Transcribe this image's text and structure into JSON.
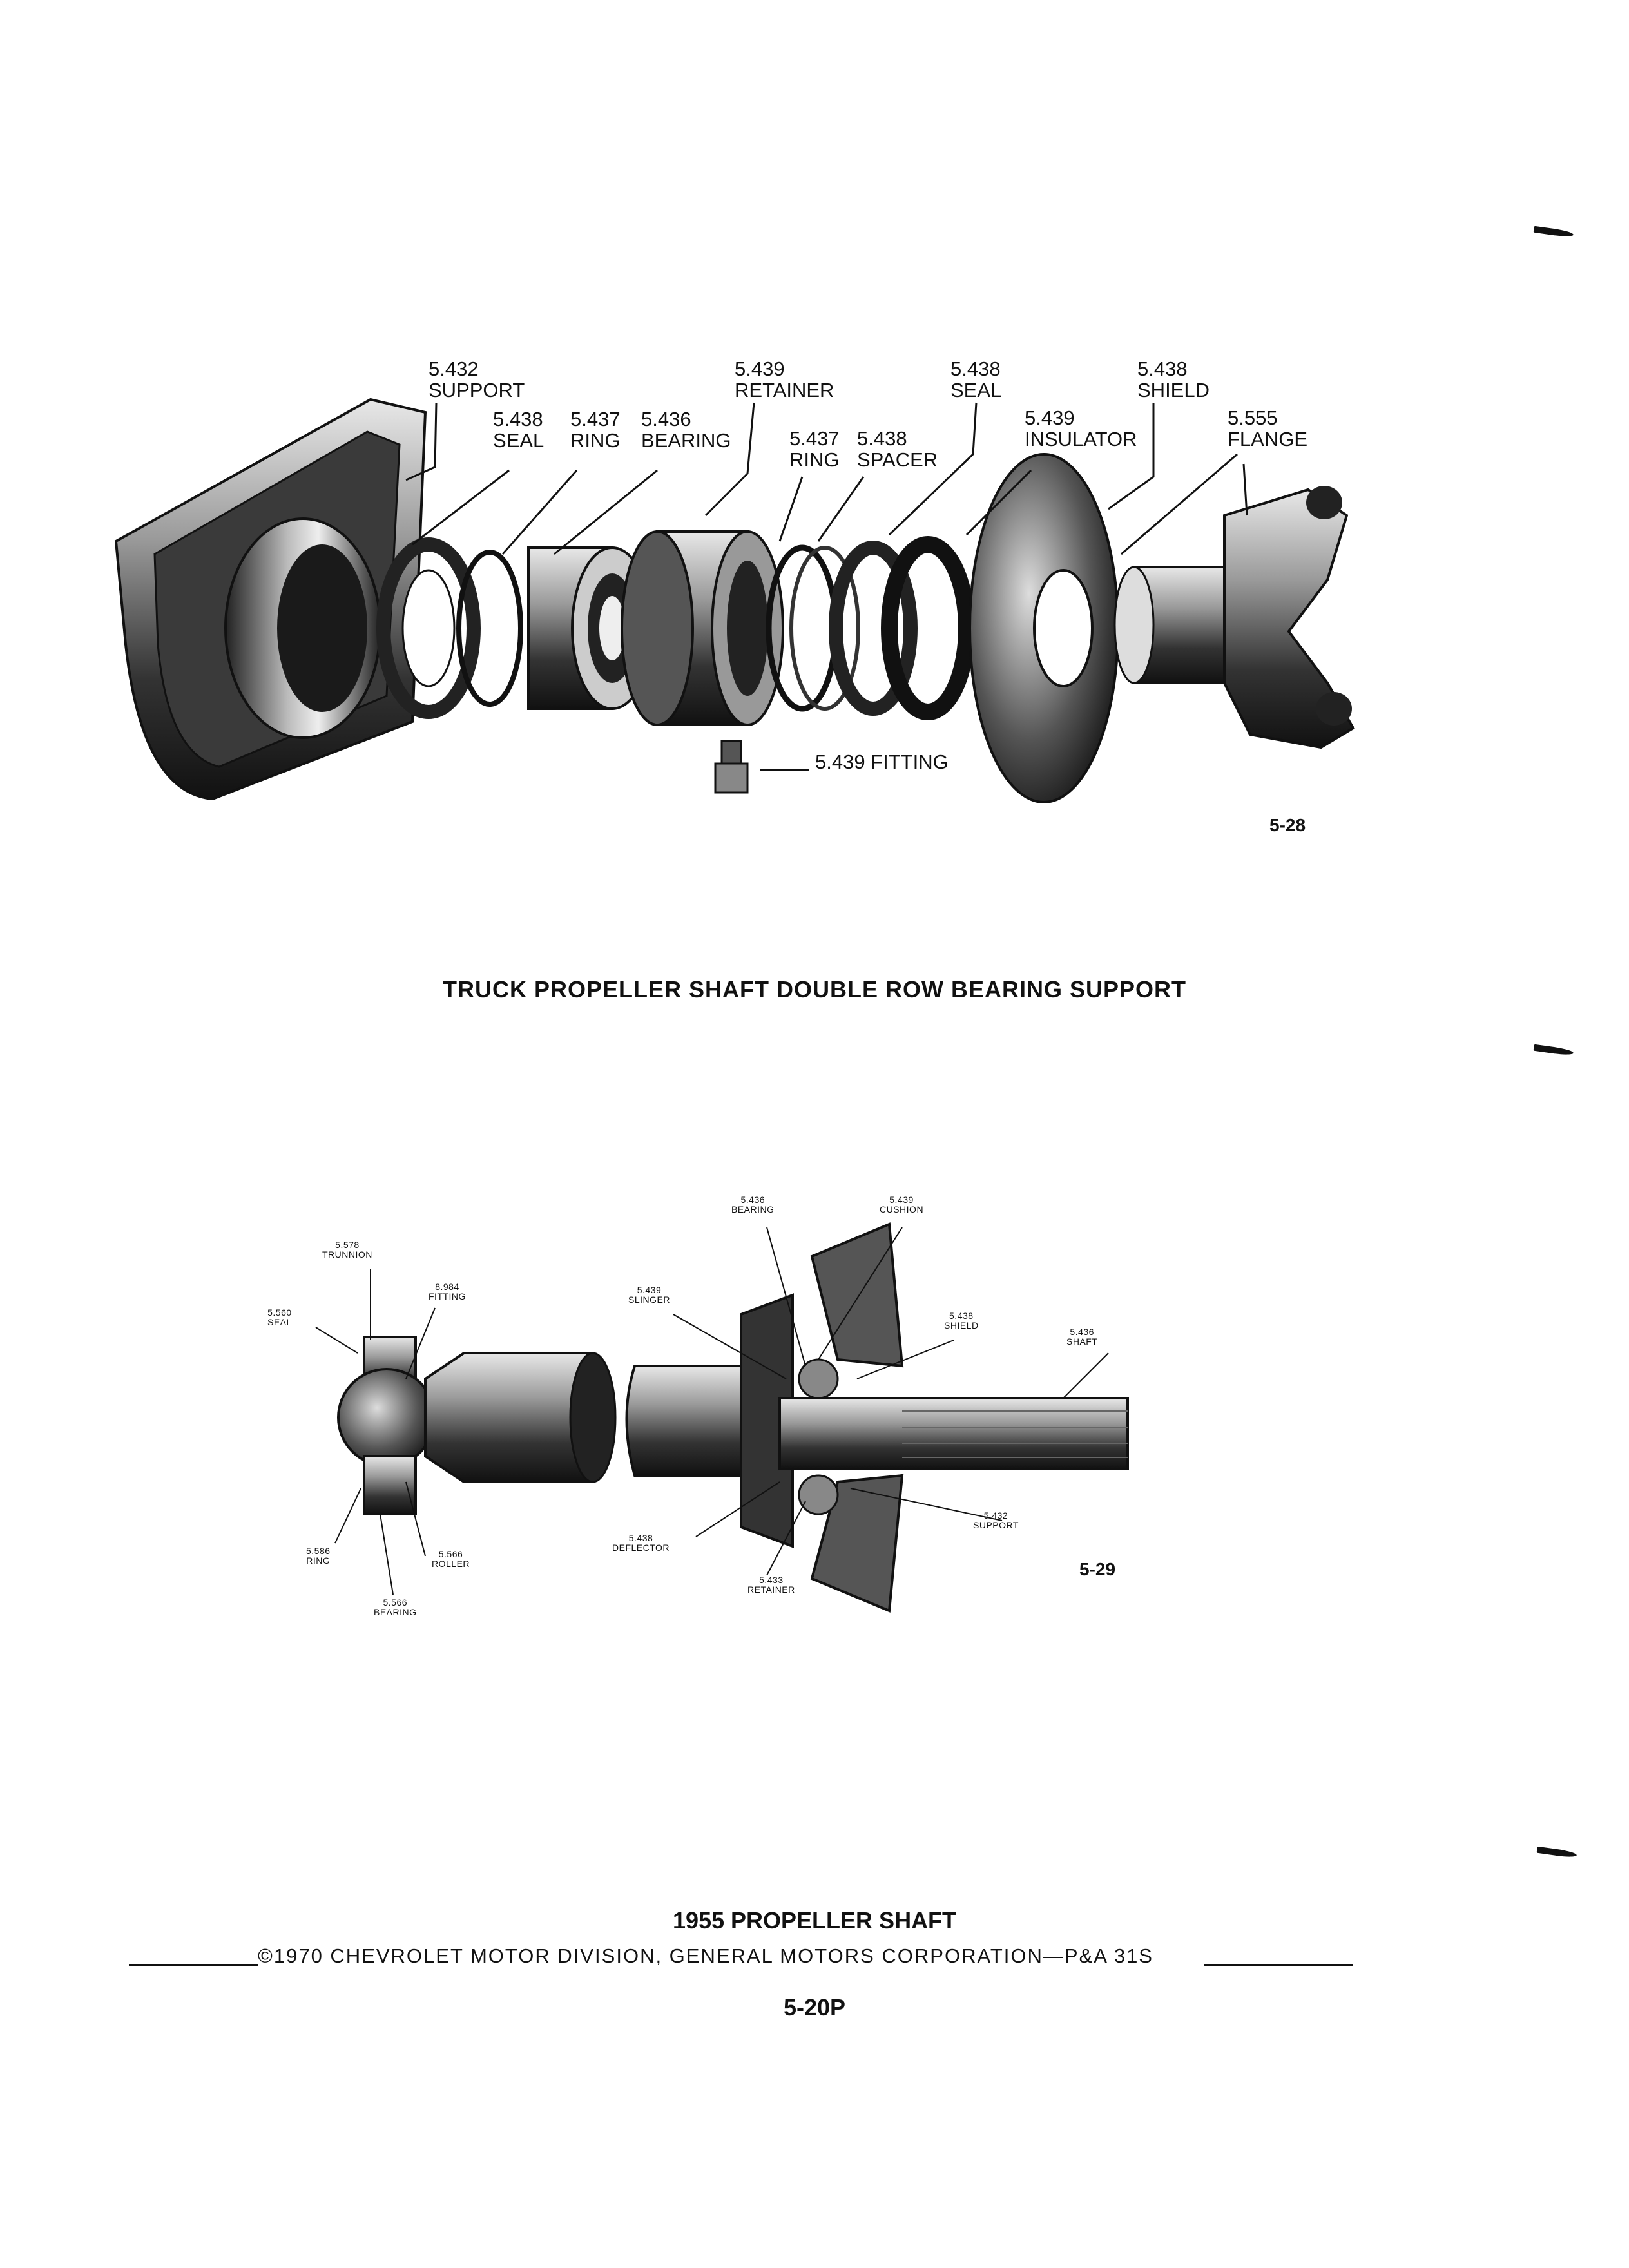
{
  "figure1": {
    "labels": [
      {
        "id": "5432-support",
        "num": "5.432",
        "name": "SUPPORT"
      },
      {
        "id": "5438-seal",
        "num": "5.438",
        "name": "SEAL"
      },
      {
        "id": "5437-ring",
        "num": "5.437",
        "name": "RING"
      },
      {
        "id": "5436-bearing",
        "num": "5.436",
        "name": "BEARING"
      },
      {
        "id": "5439-retainer",
        "num": "5.439",
        "name": "RETAINER"
      },
      {
        "id": "5437-ring-b",
        "num": "5.437",
        "name": "RING"
      },
      {
        "id": "5438-spacer",
        "num": "5.438",
        "name": "SPACER"
      },
      {
        "id": "5438-seal-b",
        "num": "5.438",
        "name": "SEAL"
      },
      {
        "id": "5439-insulator",
        "num": "5.439",
        "name": "INSULATOR"
      },
      {
        "id": "5438-shield",
        "num": "5.438",
        "name": "SHIELD"
      },
      {
        "id": "5555-flange",
        "num": "5.555",
        "name": "FLANGE"
      }
    ],
    "fitting_label": "5.439 FITTING",
    "figure_number": "5-28",
    "caption": "TRUCK PROPELLER SHAFT DOUBLE ROW BEARING SUPPORT"
  },
  "figure2": {
    "labels": [
      {
        "num": "5.578",
        "name": "TRUNNION"
      },
      {
        "num": "8.984",
        "name": "FITTING"
      },
      {
        "num": "5.560",
        "name": "SEAL"
      },
      {
        "num": "5.586",
        "name": "RING"
      },
      {
        "num": "5.566",
        "name": "ROLLER"
      },
      {
        "num": "5.566",
        "name": "BEARING"
      },
      {
        "num": "5.436",
        "name": "BEARING"
      },
      {
        "num": "5.439",
        "name": "CUSHION"
      },
      {
        "num": "5.439",
        "name": "SLINGER"
      },
      {
        "num": "5.438",
        "name": "SHIELD"
      },
      {
        "num": "5.436",
        "name": "SHAFT"
      },
      {
        "num": "5.432",
        "name": "SUPPORT"
      },
      {
        "num": "5.438",
        "name": "DEFLECTOR"
      },
      {
        "num": "5.433",
        "name": "RETAINER"
      }
    ],
    "figure_number": "5-29",
    "caption": "1955 PROPELLER SHAFT"
  },
  "footer": {
    "copyright": "©1970 CHEVROLET MOTOR DIVISION, GENERAL MOTORS CORPORATION—P&A 31S",
    "page_number": "5-20P"
  }
}
